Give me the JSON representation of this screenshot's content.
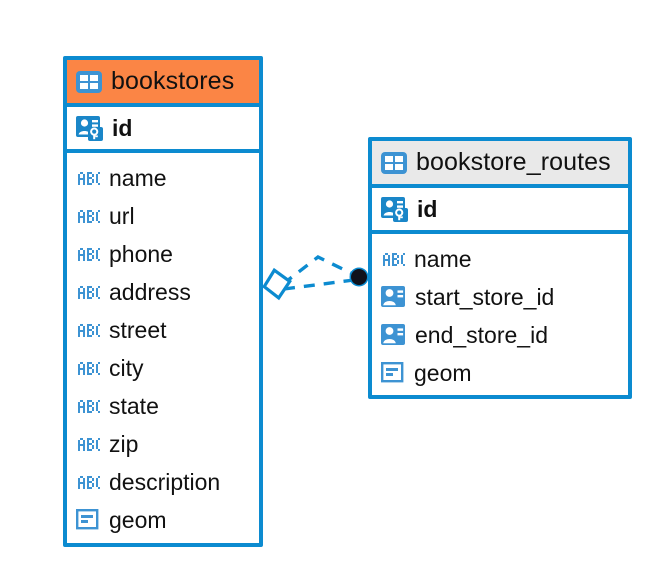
{
  "diagram": {
    "title": "bookstores-bookstore_routes-er-diagram",
    "colors": {
      "accent_header": "#fb8545",
      "neutral_header": "#e9e9e9",
      "border": "#0c8bd0",
      "icon_blue": "#3d93d3",
      "connector": "#0c8bd0",
      "endpoint_fill": "#10121c",
      "text": "#111111",
      "background": "#ffffff"
    },
    "entities": [
      {
        "id": "bookstores",
        "name": "bookstores",
        "header_style": "accent",
        "table_icon": "table-icon",
        "primary_key": {
          "name": "id",
          "icon": "primary-key-icon"
        },
        "fields": [
          {
            "name": "name",
            "icon": "abc-text-icon"
          },
          {
            "name": "url",
            "icon": "abc-text-icon"
          },
          {
            "name": "phone",
            "icon": "abc-text-icon"
          },
          {
            "name": "address",
            "icon": "abc-text-icon"
          },
          {
            "name": "street",
            "icon": "abc-text-icon"
          },
          {
            "name": "city",
            "icon": "abc-text-icon"
          },
          {
            "name": "state",
            "icon": "abc-text-icon"
          },
          {
            "name": "zip",
            "icon": "abc-text-icon"
          },
          {
            "name": "description",
            "icon": "abc-text-icon"
          },
          {
            "name": "geom",
            "icon": "geometry-icon"
          }
        ]
      },
      {
        "id": "bookstore_routes",
        "name": "bookstore_routes",
        "header_style": "neutral",
        "table_icon": "table-icon",
        "primary_key": {
          "name": "id",
          "icon": "primary-key-icon"
        },
        "fields": [
          {
            "name": "name",
            "icon": "abc-text-icon"
          },
          {
            "name": "start_store_id",
            "icon": "foreign-key-icon"
          },
          {
            "name": "end_store_id",
            "icon": "foreign-key-icon"
          },
          {
            "name": "geom",
            "icon": "geometry-icon"
          }
        ]
      }
    ],
    "relationship": {
      "source": "bookstores",
      "target": "bookstore_routes",
      "source_marker": "diamond-open",
      "target_marker": "circle-filled",
      "line_style": "dashed"
    }
  }
}
